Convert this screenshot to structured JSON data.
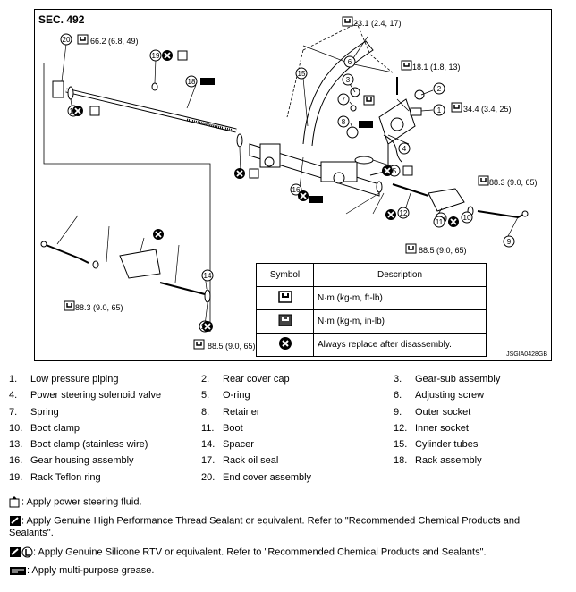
{
  "diagram": {
    "section": "SEC. 492",
    "figure_code": "JSGIA0428GB",
    "callouts": [
      "1",
      "2",
      "3",
      "4",
      "5",
      "6",
      "7",
      "8",
      "9",
      "10",
      "11",
      "12",
      "13",
      "14",
      "15",
      "16",
      "17",
      "18",
      "19",
      "20"
    ],
    "torque_labels": {
      "t20": "66.2 (6.8, 49)",
      "t_tubes": "23.1 (2.4, 17)",
      "t_piping": "18.1 (1.8, 13)",
      "t1": "34.4 (3.4, 25)",
      "t_right": "88.3 (9.0, 65)",
      "t_inner_right": "88.5 (9.0, 65)",
      "t_left": "88.3 (9.0, 65)",
      "t_inner_left": "88.5 (9.0, 65)"
    },
    "symbol_table": {
      "header_symbol": "Symbol",
      "header_description": "Description",
      "rows": [
        {
          "icon": "torque-icon",
          "description": "N·m (kg-m, ft-lb)"
        },
        {
          "icon": "torque-small-icon",
          "description": "N·m (kg-m, in-lb)"
        },
        {
          "icon": "replace-x-icon",
          "description": "Always replace after disassembly."
        }
      ]
    }
  },
  "legend": [
    {
      "num": "1.",
      "name": "Low pressure piping"
    },
    {
      "num": "2.",
      "name": "Rear cover cap"
    },
    {
      "num": "3.",
      "name": "Gear-sub assembly"
    },
    {
      "num": "4.",
      "name": "Power steering solenoid valve"
    },
    {
      "num": "5.",
      "name": "O-ring"
    },
    {
      "num": "6.",
      "name": "Adjusting screw"
    },
    {
      "num": "7.",
      "name": "Spring"
    },
    {
      "num": "8.",
      "name": "Retainer"
    },
    {
      "num": "9.",
      "name": "Outer socket"
    },
    {
      "num": "10.",
      "name": "Boot clamp"
    },
    {
      "num": "11.",
      "name": "Boot"
    },
    {
      "num": "12.",
      "name": "Inner socket"
    },
    {
      "num": "13.",
      "name": "Boot clamp (stainless wire)"
    },
    {
      "num": "14.",
      "name": "Spacer"
    },
    {
      "num": "15.",
      "name": "Cylinder tubes"
    },
    {
      "num": "16.",
      "name": "Gear housing assembly"
    },
    {
      "num": "17.",
      "name": "Rack oil seal"
    },
    {
      "num": "18.",
      "name": "Rack assembly"
    },
    {
      "num": "19.",
      "name": "Rack Teflon ring"
    },
    {
      "num": "20.",
      "name": "End cover assembly"
    }
  ],
  "notes": {
    "fluid": ": Apply power steering fluid.",
    "thread_sealant": ": Apply Genuine High Performance Thread Sealant or equivalent. Refer to \"Recommended Chemical Products and Sealants\".",
    "rtv": ": Apply Genuine Silicone RTV or equivalent. Refer to \"Recommended Chemical Products and Sealants\".",
    "grease": ": Apply multi-purpose grease."
  }
}
